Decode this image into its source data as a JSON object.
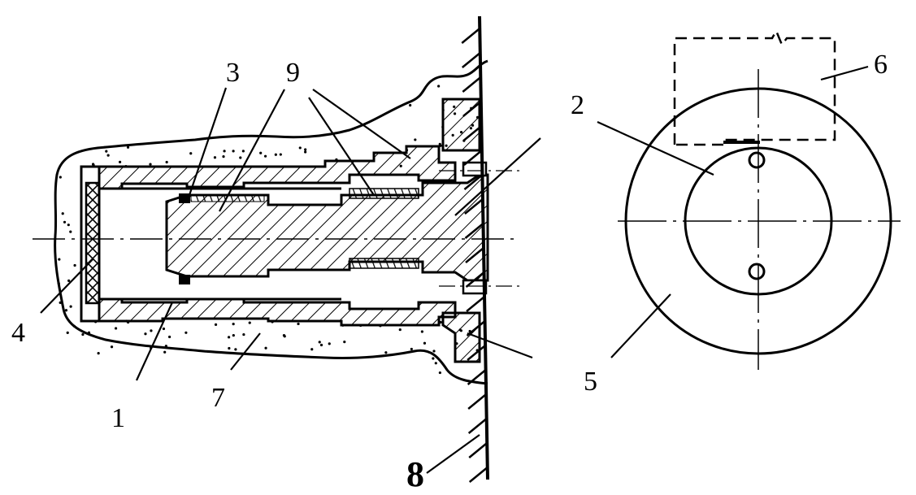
{
  "colors": {
    "ink": "#000000",
    "paper": "#ffffff"
  },
  "labels": {
    "l1": "1",
    "l2": "2",
    "l3": "3",
    "l4": "4",
    "l5": "5",
    "l6": "6",
    "l7": "7",
    "l8": "8",
    "l9": "9"
  }
}
